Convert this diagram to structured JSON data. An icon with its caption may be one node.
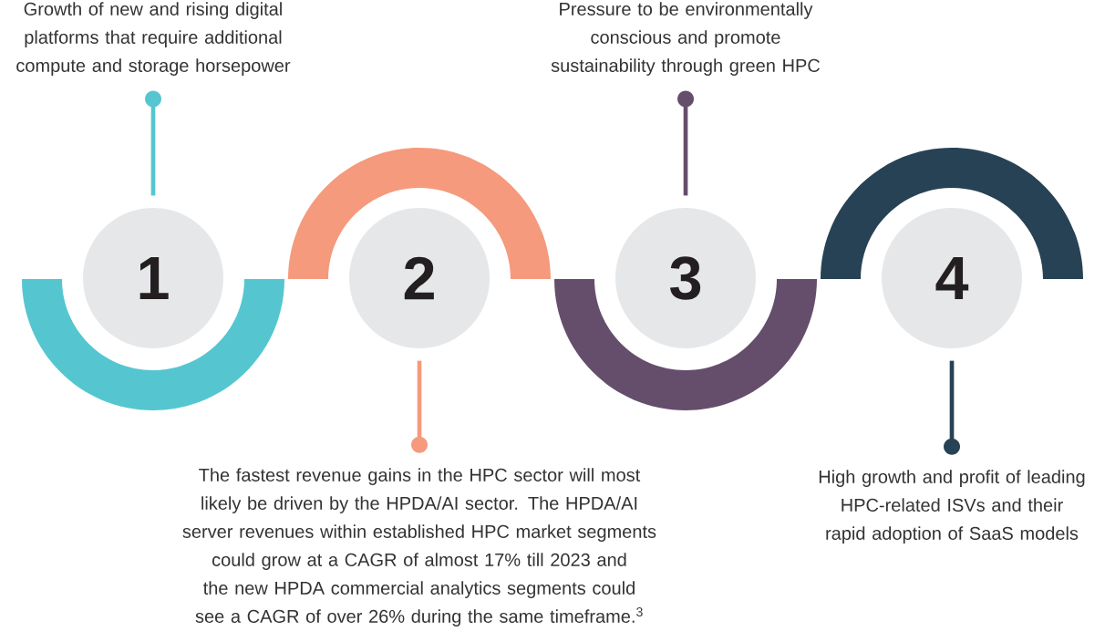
{
  "diagram": {
    "nodes": [
      {
        "text": [
          "Growth of new and rising digital platforms that require additional compute and storage horsepower"
        ]
      },
      {
        "text": [
          "Pressure to be environmentally conscious and promote sustainability through green HPC"
        ]
      },
      {
        "text": [
          "1"
        ]
      },
      {
        "text": [
          "2"
        ]
      },
      {
        "text": [
          "3"
        ]
      },
      {
        "text": [
          "4"
        ]
      },
      {
        "text": [
          "The fastest revenue gains in the HPC sector will most likely be driven by the HPDA/AI sector. The HPDA/AI server revenues within established HPC market segments could grow at a CAGR of almost 17% till 2023 and the new HPDA commercial analytics segments could see a CAGR of over 26% during the same timeframe.$^{3}$"
        ]
      },
      {
        "text": [
          "High growth and profit of leading HPC-related ISVs and their rapid adoption of SaaS models"
        ]
      },
      {
        "text": [],
        "shape": "band"
      },
      {
        "text": [],
        "shape": "band"
      },
      {
        "text": [],
        "shape": "band"
      },
      {
        "text": [],
        "shape": "band"
      }
    ],
    "edges": [
      {
        "from": 0,
        "to": 2,
        "arrow": "other",
        "color": "#55c6d0"
      },
      {
        "from": 6,
        "to": 3,
        "arrow": "other",
        "color": "#f59a7c"
      },
      {
        "from": 1,
        "to": 4,
        "arrow": "other",
        "color": "#654e6b"
      },
      {
        "from": 7,
        "to": 5,
        "arrow": "other",
        "color": "#274254"
      }
    ]
  }
}
